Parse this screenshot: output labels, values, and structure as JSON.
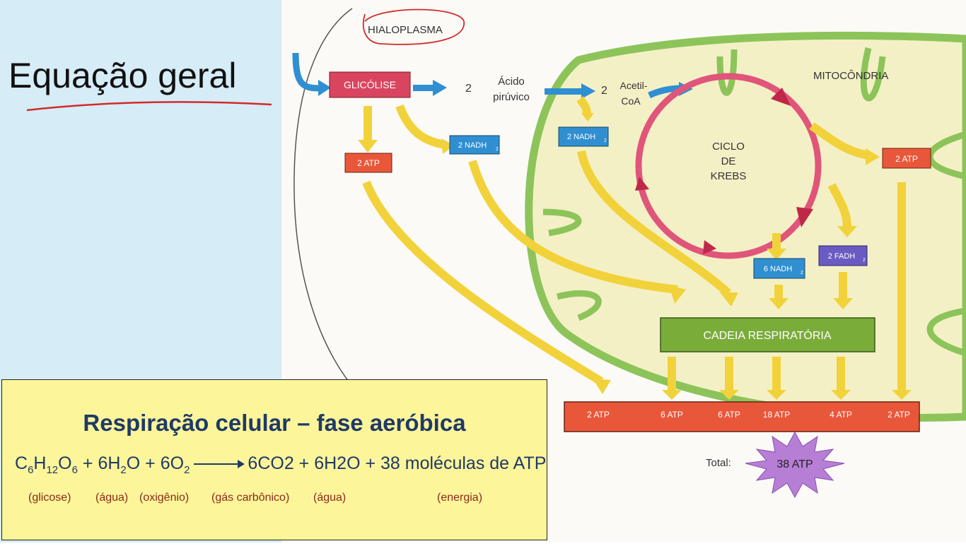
{
  "slide": {
    "title": "Equação geral"
  },
  "diagram": {
    "hialoplasma": "HIALOPLASMA",
    "mitocondria": "MITOCÔNDRIA",
    "glicolise": "GLICÓLISE",
    "num2a": "2",
    "acido_l1": "Ácido",
    "acido_l2": "pirúvico",
    "num2b": "2",
    "acetil_l1": "Acetil-",
    "acetil_l2": "CoA",
    "atp_glicolise": "2 ATP",
    "nadh_glicolise": "2 NADH",
    "nadh_acetil": "2 NADH",
    "ciclo_l1": "CICLO",
    "ciclo_l2": "DE",
    "ciclo_l3": "KREBS",
    "atp_krebs": "2 ATP",
    "nadh_krebs": "6 NADH",
    "fadh_krebs": "2 FADH",
    "sub2": "2",
    "cadeia": "CADEIA RESPIRATÓRIA",
    "bottom_atps": [
      "2 ATP",
      "6 ATP",
      "6 ATP",
      "18 ATP",
      "4 ATP",
      "2 ATP"
    ],
    "total_label": "Total:",
    "total_value": "38 ATP"
  },
  "equation": {
    "heading": "Respiração celular – fase aeróbica",
    "glucose_C": "C",
    "glucose_C_sub": "6",
    "glucose_H": "H",
    "glucose_H_sub": "12",
    "glucose_O": "O",
    "glucose_O_sub": "6",
    "plus1": "+ 6H",
    "water_sub": "2",
    "water_O": "O",
    "plus2": "+ 6O",
    "oxygen_sub": "2",
    "products": "6CO2  +  6H2O  +  38 moléculas de ATP",
    "labels": [
      "(glicose)",
      "(água)",
      "(oxigênio)",
      "(gás carbônico)",
      "(água)",
      "(energia)"
    ]
  },
  "colors": {
    "left_bg": "#d6ecf7",
    "atp_box": "#e9573a",
    "nadh_box": "#2f8fd1",
    "fadh_box": "#6a5bc2",
    "glicolise_box": "#d9455f",
    "cadeia_box": "#7aac3a",
    "mito_membrane": "#8dc45a",
    "yellow_arrow": "#f2d23a",
    "blue_arrow": "#2f8fd1",
    "krebs_ring": "#e0557a",
    "pen_red": "#d22a2a",
    "eq_bg": "#fdf59a"
  }
}
